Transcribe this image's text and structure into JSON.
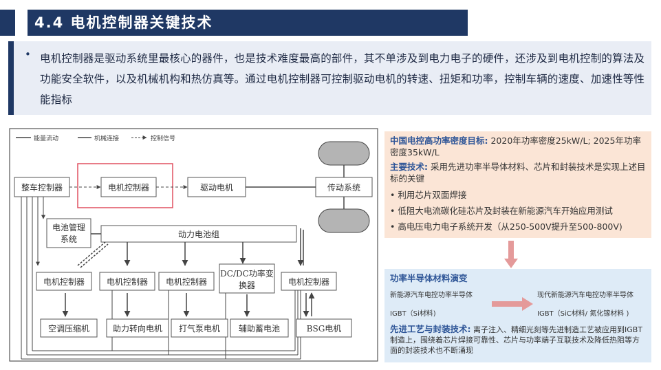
{
  "header": {
    "title": "4.4 电机控制器关键技术"
  },
  "intro": {
    "bullet": "•",
    "text": "电机控制器是驱动系统里最核心的器件，也是技术难度最高的部件，其不单涉及到电力电子的硬件，还涉及到电机控制的算法及功能安全软件，以及机械机构和热仿真等。通过电机控制器可控制驱动电机的转速、扭矩和功率，控制车辆的速度、加速性等性能指标"
  },
  "diagram": {
    "legend": {
      "energy": "能量流动",
      "mechanical": "机械连接",
      "control": "控制信号"
    },
    "nodes": {
      "vcu": "整车控制器",
      "mcu_main": "电机控制器",
      "drive_motor": "驱动电机",
      "transmission": "传动系统",
      "bms_line1": "电池管理",
      "bms_line2": "系统",
      "battery": "动力电池组",
      "mcu1": "电机控制器",
      "mcu2": "电机控制器",
      "mcu3": "电机控制器",
      "dcdc_line1": "DC/DC功率变",
      "dcdc_line2": "换器",
      "mcu4": "电机控制器",
      "ac": "空调压缩机",
      "steering": "助力转向电机",
      "pump": "打气泵电机",
      "aux_battery": "辅助蓄电池",
      "bsg": "BSG电机"
    }
  },
  "panel_targets": {
    "target_key": "中国电控高功率密度目标:",
    "target_text": " 2020年功率密度25kW/L; 2025年功率密度35kW/L",
    "tech_key": "主要技术:",
    "tech_text": " 采用先进功率半导体材料、芯片和封装技术是实现上述目标的关键",
    "bullets": [
      "利用芯片双面焊接",
      "低阻大电流碳化硅芯片及封装在新能源汽车开始应用测试",
      "高电压电力电子系统开发（从250-500V提升至500-800V)"
    ]
  },
  "panel_materials": {
    "title": "功率半导体材料演变",
    "left_label": "新能源汽车电控功率半导体",
    "right_label": "现代新能源汽车电控功率半导体",
    "left_value": "IGBT（Si材料)",
    "right_value": "IGBT（SiC材料/ 氮化镓材料 )",
    "process_key": "先进工艺与封装技术:",
    "process_text": " 离子注入、精细光刻等先进制造工艺被应用到IGBT制造上，围绕着芯片焊接可靠性、芯片与功率端子互联技术及降低热阻等方面的封装技术也不断涌现"
  },
  "colors": {
    "navy": "#1f3864",
    "accent_blue": "#2e5597",
    "peach": "#fbe5d6",
    "light_blue": "#deebf7",
    "arrow": "#e49a9a",
    "highlight_red": "#e05060"
  }
}
